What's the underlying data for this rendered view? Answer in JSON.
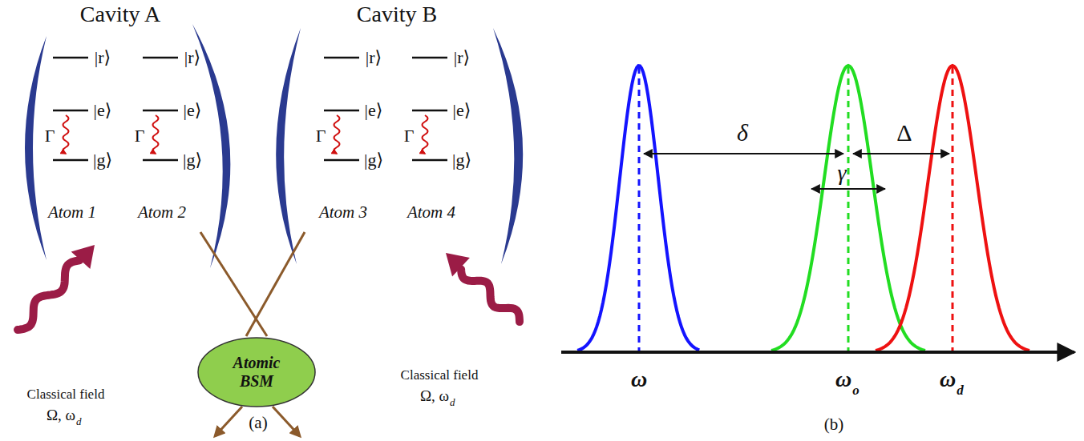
{
  "diagram": {
    "nodes": [
      {
        "text": [
          "Atomic BSM"
        ]
      }
    ],
    "labels": [
      "Cavity A",
      "Cavity B",
      "|r⟩",
      "|e⟩",
      "|g⟩",
      "Γ",
      "Atom 1",
      "|r⟩",
      "|e⟩",
      "|g⟩",
      "Γ",
      "Atom 2",
      "|r⟩",
      "|e⟩",
      "|g⟩",
      "Γ",
      "Atom 3",
      "|r⟩",
      "|e⟩",
      "|g⟩",
      "Γ",
      "Atom 4",
      "Classical field",
      "Ω, ω",
      "d",
      "Classical field",
      "Ω, ω",
      "d",
      "(a)",
      "δ",
      "Δ",
      "γ",
      "ω",
      "ω",
      "o",
      "ω",
      "d",
      "(b)"
    ]
  }
}
